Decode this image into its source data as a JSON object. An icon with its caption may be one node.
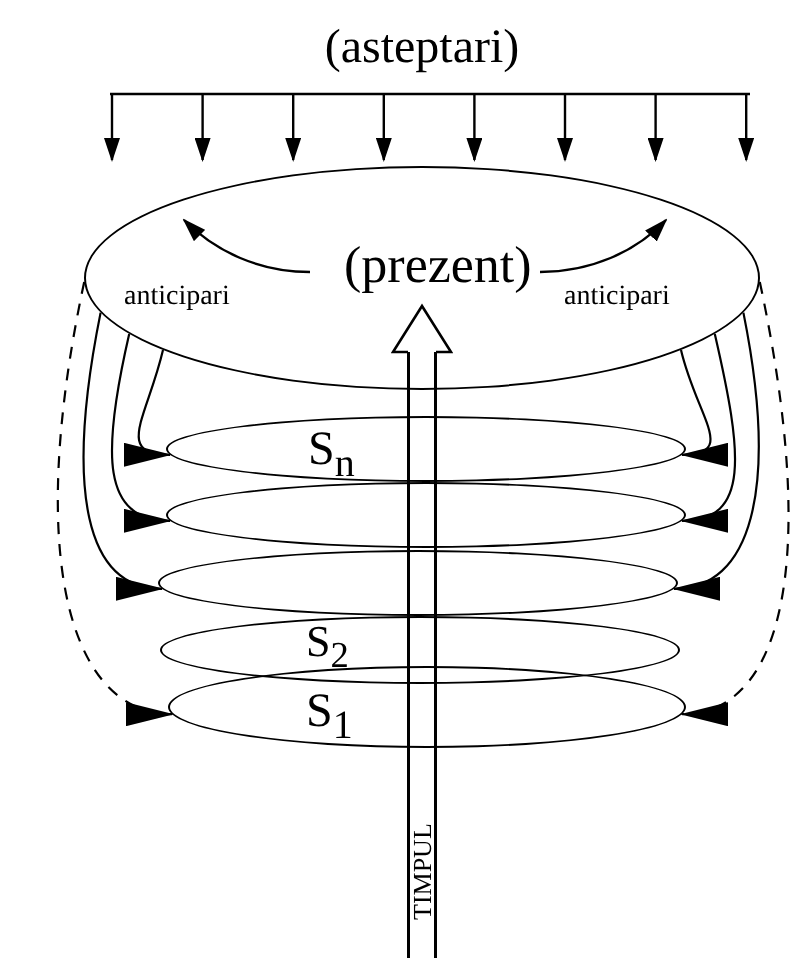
{
  "diagram": {
    "nodes": [
      {
        "text": [
          "(prezent)"
        ]
      },
      {
        "text": [
          "S$_{n}$"
        ]
      },
      {
        "text": [],
        "shape": "ellipse"
      },
      {
        "text": [],
        "shape": "ellipse"
      },
      {
        "text": [
          "S$_{2}$"
        ]
      },
      {
        "text": [
          "S$_{1}$"
        ]
      }
    ],
    "edges": [
      {
        "from": 0,
        "to": 1,
        "arrow": "to"
      },
      {
        "from": 0,
        "to": 1,
        "arrow": "to"
      },
      {
        "from": 0,
        "to": 2,
        "arrow": "to"
      },
      {
        "from": 0,
        "to": 2,
        "arrow": "to"
      },
      {
        "from": 0,
        "to": 3,
        "arrow": "to"
      },
      {
        "from": 0,
        "to": 3,
        "arrow": "to"
      },
      {
        "from": 0,
        "to": 5,
        "arrow": "to",
        "style": "dashed"
      },
      {
        "from": 0,
        "to": 5,
        "arrow": "to",
        "style": "dashed"
      },
      {
        "from": null,
        "to": 0,
        "arrow": "to",
        "label": "TIMPUL",
        "style": "thick"
      }
    ],
    "labels": [
      "(asteptari)",
      "anticipari",
      "anticipari"
    ]
  }
}
